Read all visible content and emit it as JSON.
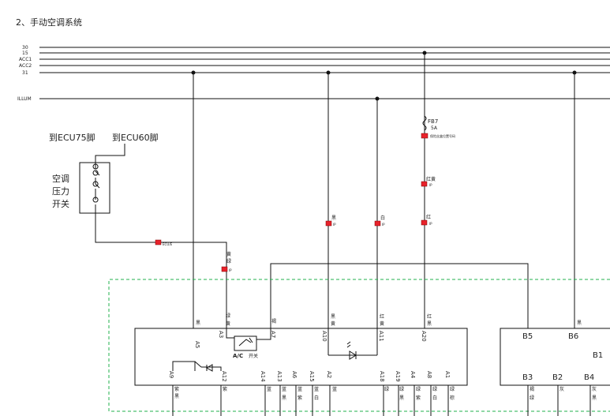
{
  "title": "2、手动空调系统",
  "bus_labels": [
    "30",
    "15",
    "ACC1",
    "ACC2",
    "31",
    "ILLUM"
  ],
  "ecu_labels": [
    "到ECU75脚",
    "到ECU60脚"
  ],
  "pressure_switch_label": [
    "空调",
    "压力",
    "开关"
  ],
  "fuse": {
    "name": "FB7",
    "rating": "5A",
    "note": "保险丝盒位置号码"
  },
  "connector_notes": {
    "ecu": "ECU/E",
    "yellow_green": "IP",
    "black": "IP",
    "white": "IP",
    "red_yellow": "IP",
    "red": "IP"
  },
  "wire_colors": {
    "yellow_green": [
      "黄",
      "绿"
    ],
    "black": "黑",
    "white": "白",
    "red_yellow": "红黄",
    "red": "红"
  },
  "panel_pins": {
    "top": [
      {
        "pin": "A5",
        "color": [
          "黑",
          ""
        ]
      },
      {
        "pin": "A3",
        "color": [
          "绿",
          "黄"
        ]
      },
      {
        "pin": "A7",
        "color": [
          "褐",
          ""
        ]
      },
      {
        "pin": "A10",
        "color": [
          "黑",
          "黄"
        ]
      },
      {
        "pin": "A11",
        "color": [
          "红",
          "黄"
        ]
      },
      {
        "pin": "A20",
        "color": [
          "红",
          "黑"
        ]
      }
    ],
    "bottom": [
      {
        "pin": "A9",
        "color": [
          "紫",
          "黑"
        ]
      },
      {
        "pin": "A12",
        "color": [
          "紫",
          ""
        ]
      },
      {
        "pin": "A14",
        "color": [
          "蓝",
          ""
        ]
      },
      {
        "pin": "A13",
        "color": [
          "蓝",
          "黑"
        ]
      },
      {
        "pin": "A6",
        "color": [
          "蓝",
          "紫"
        ]
      },
      {
        "pin": "A15",
        "color": [
          "蓝",
          "白"
        ]
      },
      {
        "pin": "A2",
        "color": [
          "蓝",
          ""
        ]
      },
      {
        "pin": "A18",
        "color": [
          "绿",
          ""
        ]
      },
      {
        "pin": "A19",
        "color": [
          "绿",
          "黑"
        ]
      },
      {
        "pin": "A4",
        "color": [
          "绿",
          "紫"
        ]
      },
      {
        "pin": "A8",
        "color": [
          "绿",
          "白"
        ]
      },
      {
        "pin": "A1",
        "color": [
          "绿",
          "棕"
        ]
      }
    ],
    "ac_switch": "A/C",
    "ac_switch_suffix": "开关"
  },
  "right_module": {
    "top": [
      {
        "pin": "B5",
        "color": ""
      },
      {
        "pin": "B6",
        "color": "黑"
      }
    ],
    "side": "B1",
    "bottom": [
      {
        "pin": "B3",
        "color": [
          "褐",
          "绿"
        ]
      },
      {
        "pin": "B2",
        "color": [
          "灰",
          ""
        ]
      },
      {
        "pin": "B4",
        "color": [
          "灰",
          "黑"
        ]
      }
    ]
  }
}
